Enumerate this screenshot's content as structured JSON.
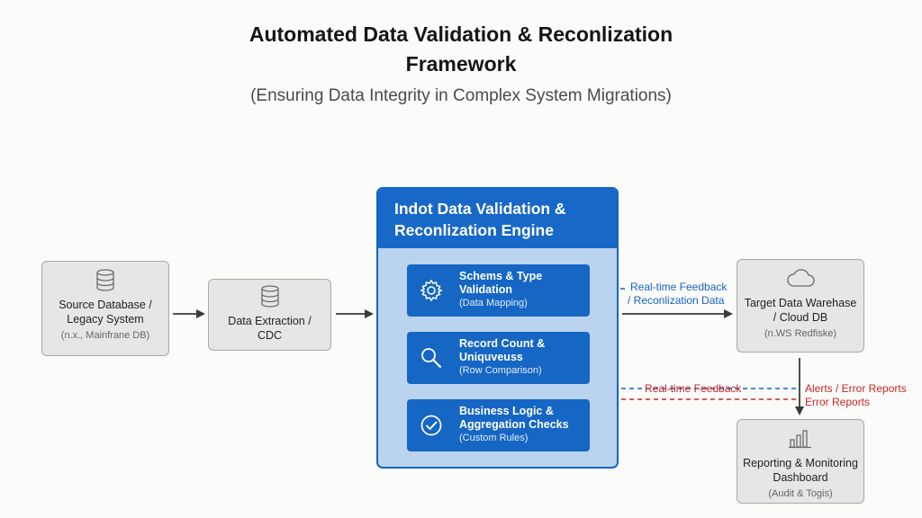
{
  "title": {
    "line1": "Automated Data Validation & Reconlization",
    "line2": "Framework"
  },
  "subtitle": "(Ensuring Data Integrity in Complex System Migrations)",
  "nodes": {
    "source": {
      "line1": "Source Database /",
      "line2": "Legacy System",
      "note": "(n.x., Mainfrane DB)",
      "icon": "database-icon"
    },
    "extraction": {
      "line1": "Data Extraction /",
      "line2": "CDC",
      "icon": "database-icon"
    },
    "target": {
      "line1": "Target Data Warehase",
      "line2": "/ Cloud DB",
      "note": "(n.WS Redfiske)",
      "icon": "cloud-icon"
    },
    "reporting": {
      "line1": "Reporting & Monitoring",
      "line2": "Dashboard",
      "note": "(Audit & Togis)",
      "icon": "bar-chart-icon"
    }
  },
  "engine": {
    "title_line1": "Indot Data Validation &",
    "title_line2": "Reconlization Engine",
    "cards": [
      {
        "title1": "Schems & Type",
        "title2": "Validation",
        "note": "(Data Mapping)",
        "icon": "gear-icon"
      },
      {
        "title1": "Record Count &",
        "title2": "Uniquveuss",
        "note": "(Row Comparison)",
        "icon": "search-icon"
      },
      {
        "title1": "Business Logic &",
        "title2": "Aggregation Checks",
        "note": "(Custom Rules)",
        "icon": "check-circle-icon"
      }
    ]
  },
  "labels": {
    "feedback_top_1": "Real-time Feedback",
    "feedback_top_2": "/ Reconlization Data",
    "feedback_mid": "Real-time Feedback",
    "alerts_1": "Alerts / Error Reports",
    "alerts_2": "Error Reports"
  },
  "colors": {
    "engine_blue": "#1868c7",
    "engine_bg": "#bad3ee",
    "feedback_blue": "#1763c0",
    "alert_red": "#c9262b",
    "box_gray": "#e6e6e6"
  }
}
